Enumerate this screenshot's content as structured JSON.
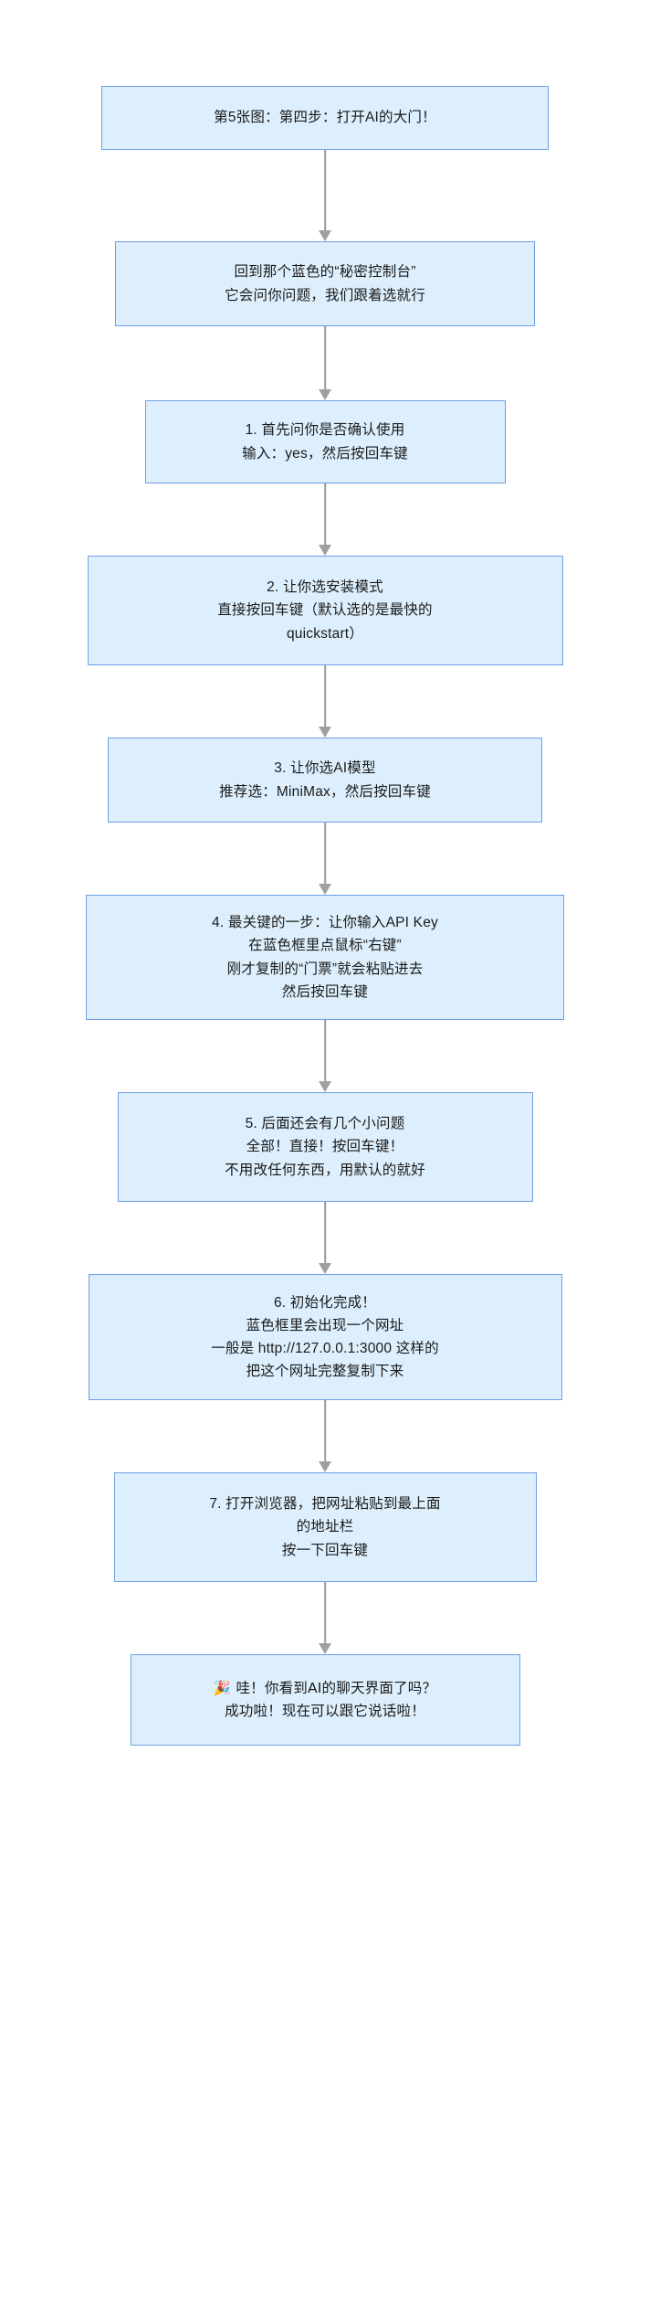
{
  "diagram": {
    "title_node": "第5张图：第四步：打开AI的大门！",
    "background_color": "#ffffff",
    "node_fill_color": "#ddeffc",
    "node_border_color": "#6e9ee6",
    "connector_color": "#9a9a9a",
    "text_color": "#1a1a1a",
    "orientation": "top-to-bottom",
    "nodes": [
      {
        "id": "node-title",
        "name": "title-node",
        "lines": [
          "第5张图：第四步：打开AI的大门！"
        ]
      },
      {
        "id": "node-intro",
        "name": "intro-node",
        "lines": [
          "回到那个蓝色的“秘密控制台”",
          "它会问你问题，我们跟着选就行"
        ]
      },
      {
        "id": "node-step-1",
        "name": "step-1-node",
        "lines": [
          "1. 首先问你是否确认使用",
          "输入：yes，然后按回车键"
        ]
      },
      {
        "id": "node-step-2",
        "name": "step-2-node",
        "lines": [
          "2. 让你选安装模式",
          "直接按回车键（默认选的是最快的",
          "quickstart）"
        ]
      },
      {
        "id": "node-step-3",
        "name": "step-3-node",
        "lines": [
          "3. 让你选AI模型",
          "推荐选：MiniMax，然后按回车键"
        ]
      },
      {
        "id": "node-step-4",
        "name": "step-4-node",
        "lines": [
          "4. 最关键的一步：让你输入API Key",
          "在蓝色框里点鼠标“右键”",
          "刚才复制的“门票”就会粘贴进去",
          "然后按回车键"
        ]
      },
      {
        "id": "node-step-5",
        "name": "step-5-node",
        "lines": [
          "5. 后面还会有几个小问题",
          "全部！直接！按回车键！",
          "不用改任何东西，用默认的就好"
        ]
      },
      {
        "id": "node-step-6",
        "name": "step-6-node",
        "lines": [
          "6. 初始化完成！",
          "蓝色框里会出现一个网址",
          "一般是 http://127.0.0.1:3000 这样的",
          "把这个网址完整复制下来"
        ]
      },
      {
        "id": "node-step-7",
        "name": "step-7-node",
        "lines": [
          "7. 打开浏览器，把网址粘贴到最上面",
          "的地址栏",
          "按一下回车键"
        ]
      },
      {
        "id": "node-success",
        "name": "success-node",
        "lines": [
          "🎉 哇！你看到AI的聊天界面了吗？",
          "成功啦！现在可以跟它说话啦！"
        ]
      }
    ],
    "connectors": [
      {
        "from": "node-title",
        "to": "node-intro",
        "arrow": "down-arrow-icon"
      },
      {
        "from": "node-intro",
        "to": "node-step-1",
        "arrow": "down-arrow-icon"
      },
      {
        "from": "node-step-1",
        "to": "node-step-2",
        "arrow": "down-arrow-icon"
      },
      {
        "from": "node-step-2",
        "to": "node-step-3",
        "arrow": "down-arrow-icon"
      },
      {
        "from": "node-step-3",
        "to": "node-step-4",
        "arrow": "down-arrow-icon"
      },
      {
        "from": "node-step-4",
        "to": "node-step-5",
        "arrow": "down-arrow-icon"
      },
      {
        "from": "node-step-5",
        "to": "node-step-6",
        "arrow": "down-arrow-icon"
      },
      {
        "from": "node-step-6",
        "to": "node-step-7",
        "arrow": "down-arrow-icon"
      },
      {
        "from": "node-step-7",
        "to": "node-success",
        "arrow": "down-arrow-icon"
      }
    ]
  }
}
